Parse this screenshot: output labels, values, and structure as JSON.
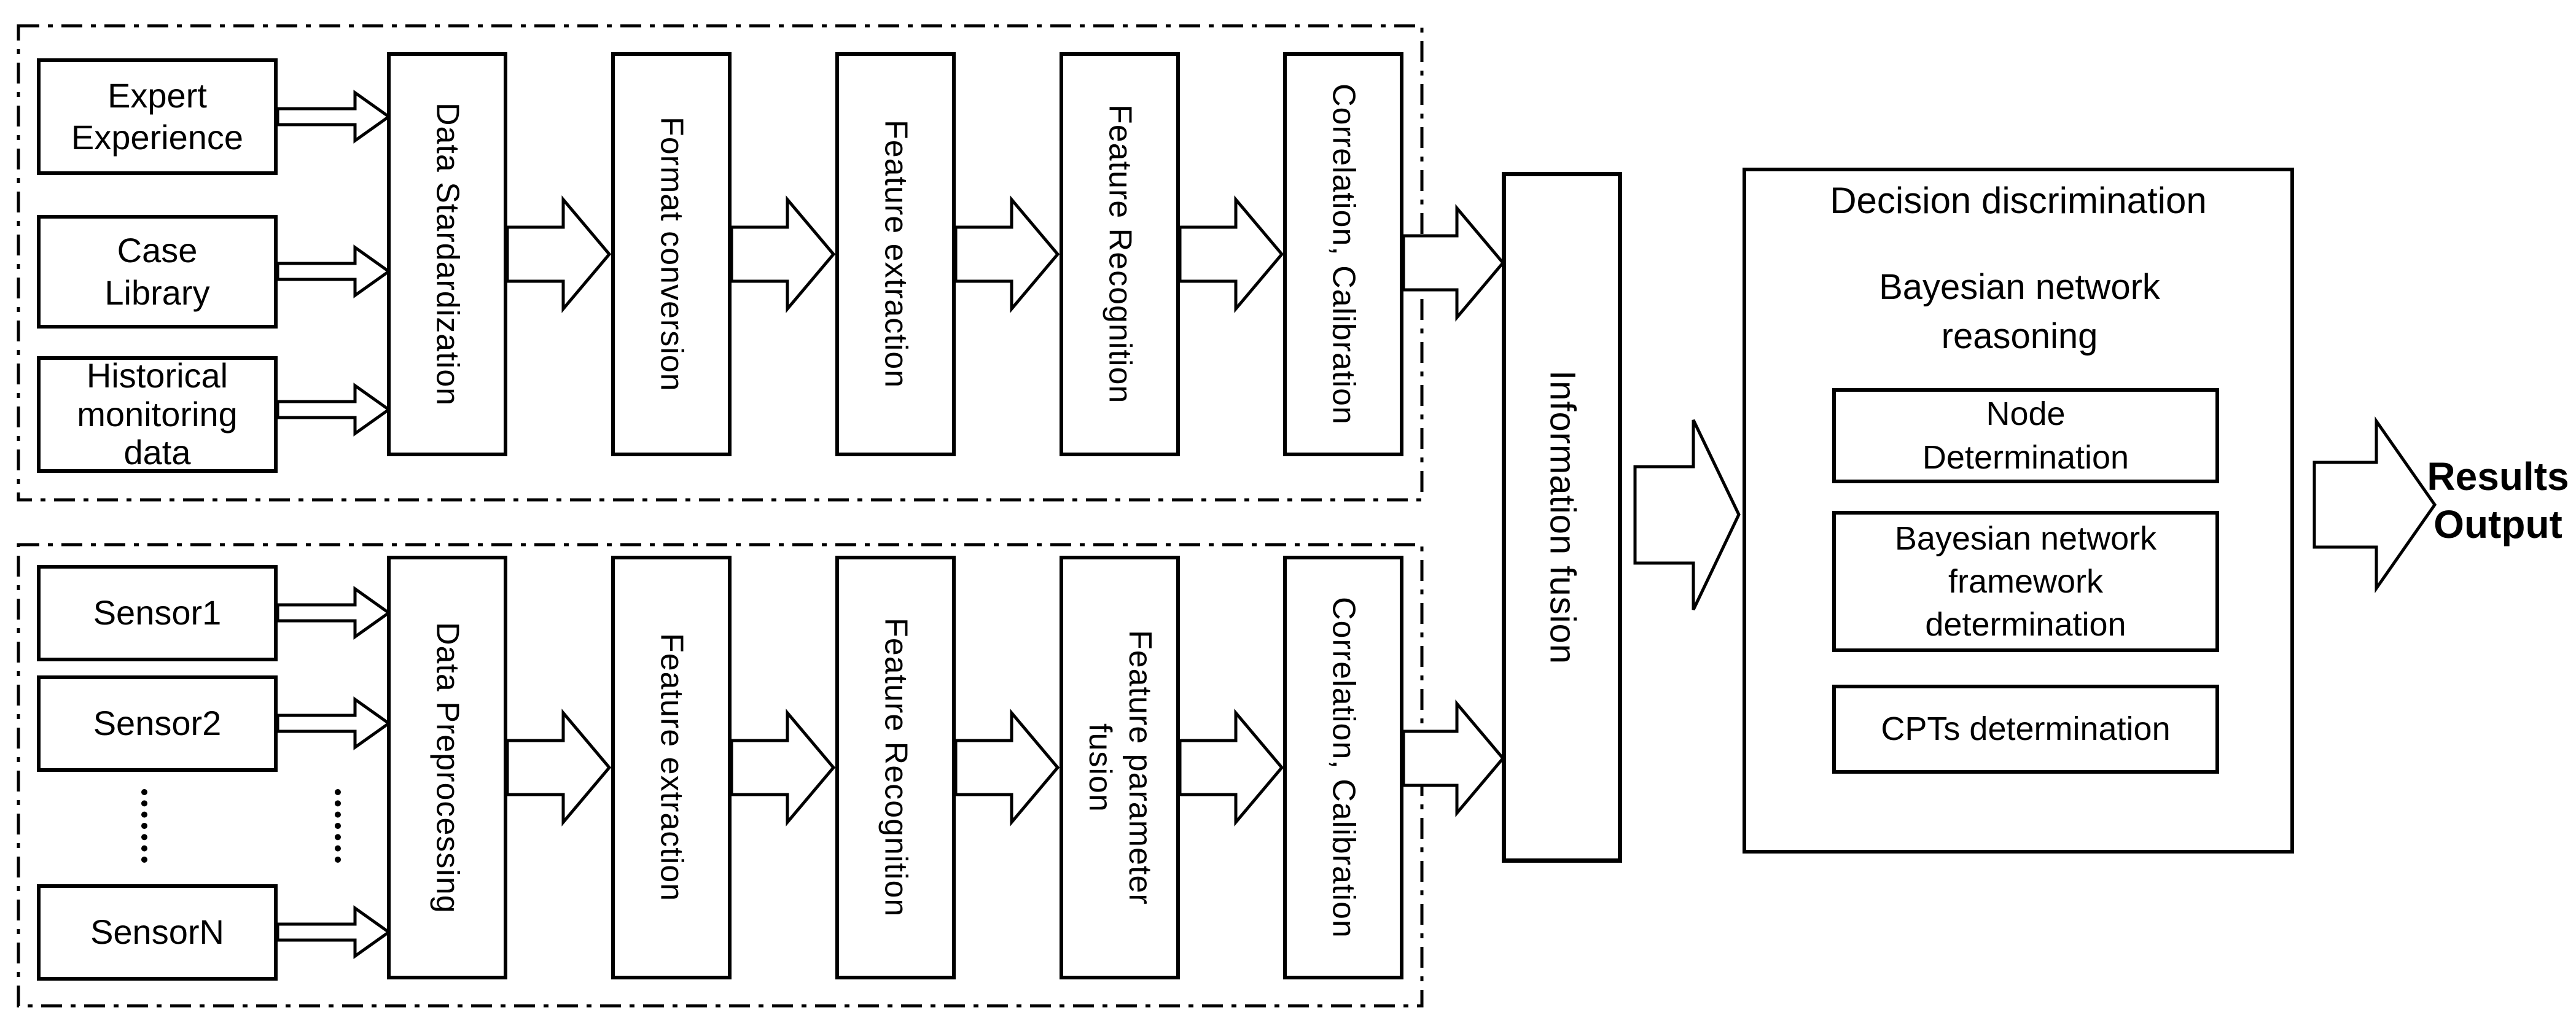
{
  "top": {
    "inputs": [
      "Expert\nExperience",
      "Case\nLibrary",
      "Historical\nmonitoring\ndata"
    ],
    "stages": [
      "Data  Stardardization",
      "Format conversion",
      "Feature extraction",
      "Feature Recognition",
      "Correlation, Calibration"
    ]
  },
  "bottom": {
    "inputs": [
      "Sensor1",
      "Sensor2",
      "SensorN"
    ],
    "stages": [
      "Data Preprocessing",
      "Feature extraction",
      "Feature Recognition",
      "Feature parameter\nfusion",
      "Correlation, Calibration"
    ]
  },
  "fusion_label": "Information fusion",
  "decision": {
    "title": "Decision discrimination",
    "reasoning": "Bayesian network\nreasoning",
    "steps": [
      "Node\nDetermination",
      "Bayesian network\nframework\ndetermination",
      "CPTs determination"
    ]
  },
  "results_label": "Results\nOutput",
  "colors": {
    "stroke": "#000000",
    "background": "#ffffff"
  }
}
